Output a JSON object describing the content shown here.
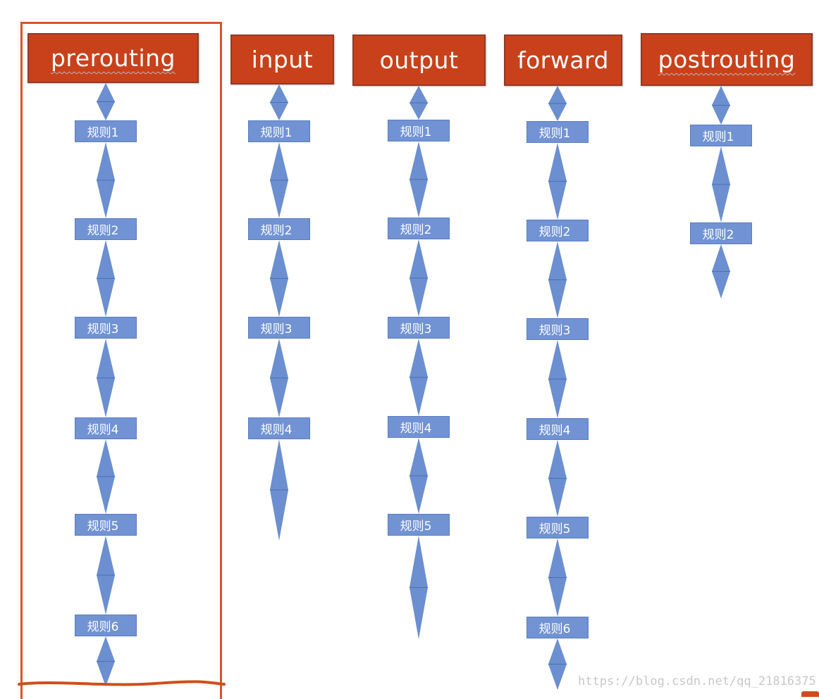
{
  "colors": {
    "header_fill": "#c9411a",
    "header_border": "#8f3b2a",
    "rule_fill": "#7193d4",
    "rule_border": "#5b7dbf",
    "diamond_fill": "#6b8fd0",
    "frame": "#d9532b",
    "underline": "#cf4e1d"
  },
  "chains": [
    {
      "name": "prerouting",
      "rules": [
        "规则1",
        "规则2",
        "规则3",
        "规则4",
        "规则5",
        "规则6"
      ],
      "highlighted": true,
      "squiggle": true
    },
    {
      "name": "input",
      "rules": [
        "规则1",
        "规则2",
        "规则3",
        "规则4"
      ],
      "highlighted": false,
      "squiggle": false
    },
    {
      "name": "output",
      "rules": [
        "规则1",
        "规则2",
        "规则3",
        "规则4",
        "规则5"
      ],
      "highlighted": false,
      "squiggle": false
    },
    {
      "name": "forward",
      "rules": [
        "规则1",
        "规则2",
        "规则3",
        "规则4",
        "规则5",
        "规则6"
      ],
      "highlighted": false,
      "squiggle": false
    },
    {
      "name": "postrouting",
      "rules": [
        "规则1",
        "规则2"
      ],
      "highlighted": false,
      "squiggle": true
    }
  ],
  "watermark": "https://blog.csdn.net/qq_21816375"
}
